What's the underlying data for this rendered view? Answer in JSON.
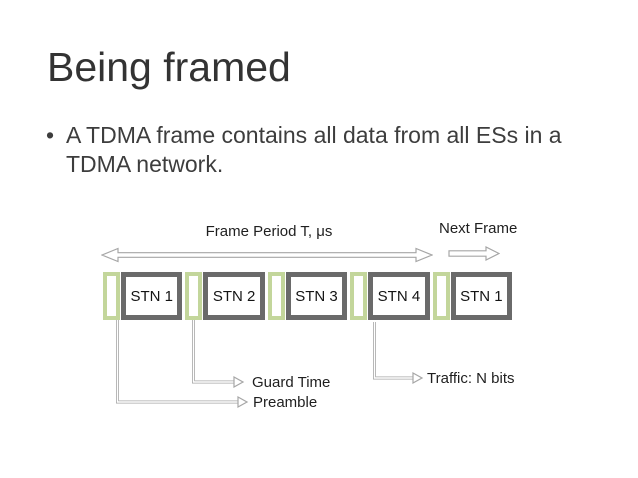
{
  "slide": {
    "title": "Being framed",
    "bullet_char": "•",
    "bullet_text": "A TDMA frame contains all data from all ESs in a TDMA network."
  },
  "diagram": {
    "frame_period_label": "Frame Period T, μs",
    "next_frame_label": "Next Frame",
    "slots": [
      {
        "label": "STN 1"
      },
      {
        "label": "STN 2"
      },
      {
        "label": "STN 3"
      },
      {
        "label": "STN 4"
      },
      {
        "label": "STN 1"
      }
    ],
    "callouts": {
      "guard_time": "Guard Time",
      "preamble": "Preamble",
      "traffic": "Traffic: N bits"
    },
    "icons": {
      "frame_period_arrow": "double-headed-arrow",
      "next_frame_arrow": "right-block-arrow",
      "callout_connector": "elbow-arrow-connector"
    },
    "colors": {
      "guard_green": "#c3d69b",
      "slot_border_gray": "#6a6a6a",
      "arrow_outline_gray": "#a6a6a6",
      "text_dark": "#1f1f1f"
    }
  }
}
